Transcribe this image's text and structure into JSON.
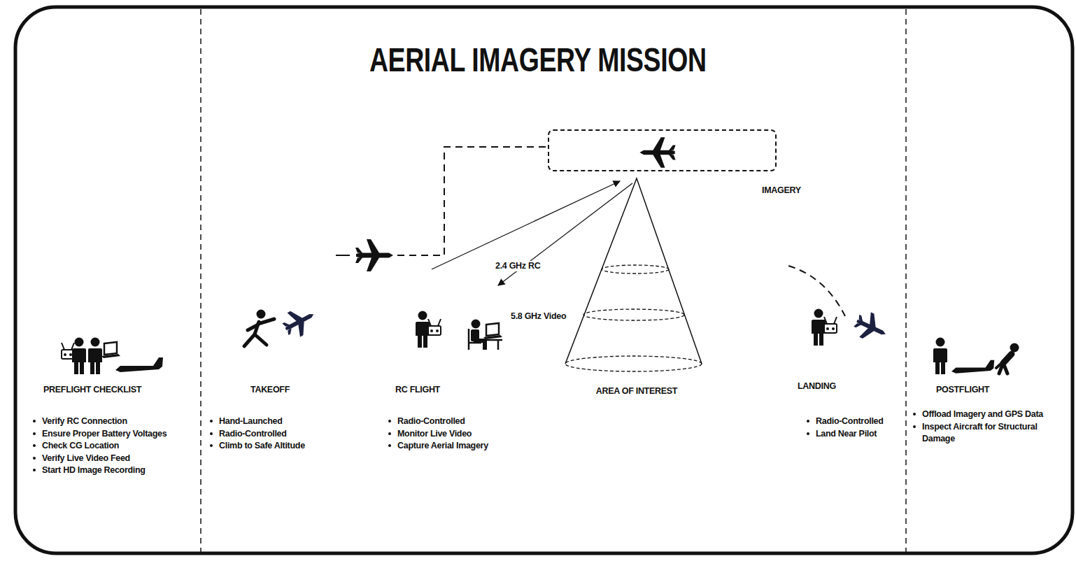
{
  "diagram": {
    "title": "AERIAL IMAGERY MISSION",
    "nodes": [
      {
        "text": [
          "IMAGERY"
        ]
      },
      {
        "text": [
          "AREA OF INTEREST"
        ]
      }
    ],
    "labels": [
      "PREFLIGHT CHECKLIST",
      "Verify RC Connection",
      "Ensure Proper Battery Voltages",
      "Check CG Location",
      "Verify Live Video Feed",
      "Start HD Image Recording",
      "TAKEOFF",
      "Hand-Launched",
      "Radio-Controlled",
      "Climb to Safe Altitude",
      "RC FLIGHT",
      "Radio-Controlled",
      "Monitor Live Video",
      "Capture Aerial Imagery",
      "2.4 GHz RC",
      "5.8 GHz Video",
      "LANDING",
      "Radio-Controlled",
      "Land Near Pilot",
      "POSTFLIGHT",
      "Offload Imagery and GPS Data",
      "Inspect Aircraft for Structural Damage"
    ]
  }
}
